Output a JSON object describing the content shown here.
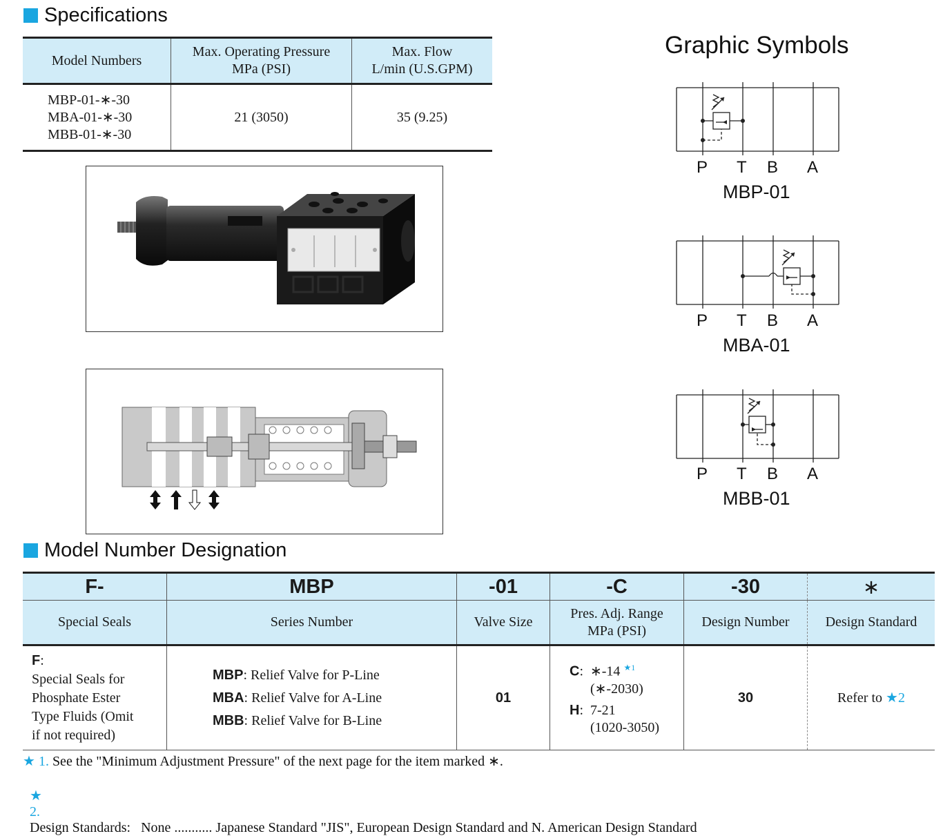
{
  "specifications": {
    "heading": "Specifications",
    "columns": [
      "Model Numbers",
      "Max. Operating Pressure",
      "MPa (PSI)",
      "Max. Flow",
      "L/min (U.S.GPM)"
    ],
    "models": [
      "MBP-01-∗-30",
      "MBA-01-∗-30",
      "MBB-01-∗-30"
    ],
    "pressure": "21 (3050)",
    "flow": "35 (9.25)"
  },
  "graphic_symbols": {
    "title": "Graphic Symbols",
    "port_labels": [
      "P",
      "T",
      "B",
      "A"
    ],
    "symbols": [
      "MBP-01",
      "MBA-01",
      "MBB-01"
    ]
  },
  "model_designation": {
    "heading": "Model Number Designation",
    "codes": [
      "F-",
      "MBP",
      "-01",
      "-C",
      "-30",
      "∗"
    ],
    "labels": [
      "Special Seals",
      "Series Number",
      "Valve Size",
      "Pres. Adj. Range",
      "MPa (PSI)",
      "Design Number",
      "Design Standard"
    ],
    "seal_code": "F",
    "seal_desc": [
      "Special Seals for",
      "Phosphate Ester",
      "Type Fluids (Omit",
      "if not required)"
    ],
    "series": [
      {
        "code": "MBP",
        "desc": ": Relief Valve for P-Line"
      },
      {
        "code": "MBA",
        "desc": ": Relief Valve for A-Line"
      },
      {
        "code": "MBB",
        "desc": ": Relief Valve for B-Line"
      }
    ],
    "valve_size": "01",
    "range_c_code": "C",
    "range_c_value": "∗-14",
    "range_c_note": "★",
    "range_c_note_num": "1",
    "range_c_psi": "(∗-2030)",
    "range_h_code": "H",
    "range_h_value": "7-21",
    "range_h_psi": "(1020-3050)",
    "design_number": "30",
    "design_standard_text": "Refer to",
    "design_standard_ref": "★",
    "design_standard_ref_num": "2"
  },
  "notes": [
    {
      "star": "★",
      "num": "1.",
      "text": "See the \"Minimum Adjustment Pressure\" of the next page for the item marked ∗."
    },
    {
      "star": "★",
      "num": "2.",
      "text": "Design Standards:   None ........... Japanese Standard \"JIS\", European Design Standard and N. American Design Standard"
    }
  ],
  "colors": {
    "accent": "#1aa6e0",
    "header_fill": "#d1ecf8"
  }
}
